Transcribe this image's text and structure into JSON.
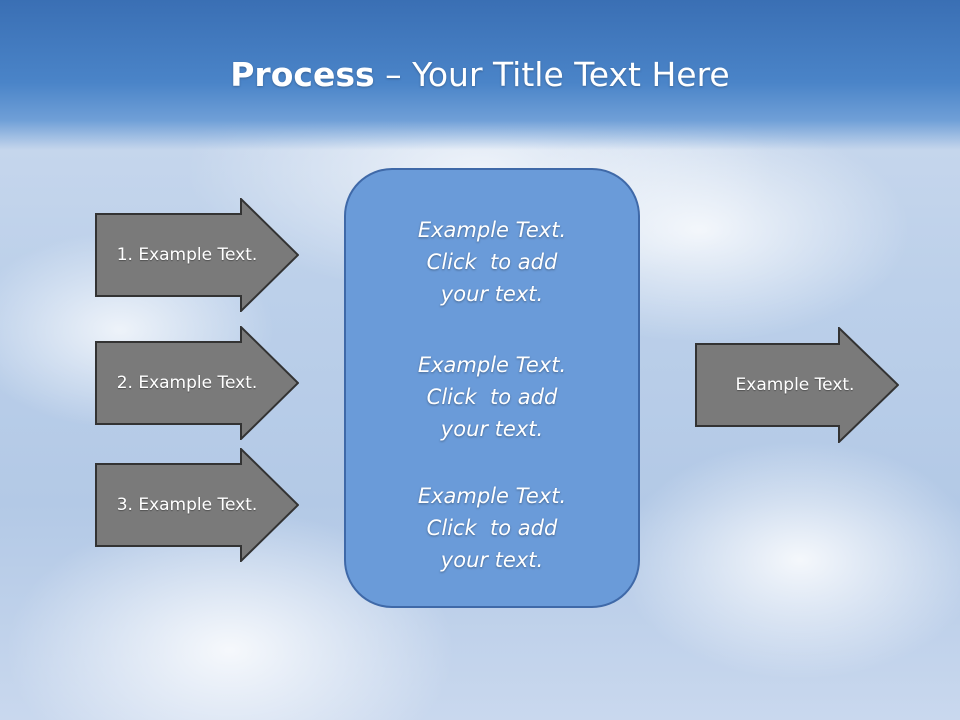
{
  "title": {
    "bold": "Process",
    "rest": " – Your Title Text Here"
  },
  "left_arrows": [
    {
      "label": "1. Example Text."
    },
    {
      "label": "2. Example Text."
    },
    {
      "label": "3. Example Text."
    }
  ],
  "center_box": {
    "paragraphs": [
      {
        "lines": [
          "Example Text.",
          "Click  to add",
          "your text."
        ]
      },
      {
        "lines": [
          "Example Text.",
          "Click  to add",
          "your text."
        ]
      },
      {
        "lines": [
          "Example Text.",
          "Click  to add",
          "your text."
        ]
      }
    ]
  },
  "right_arrow": {
    "label": "Example Text."
  },
  "colors": {
    "arrow_fill": "#7a7a7a",
    "arrow_border": "#333333",
    "box_fill": "#6a9bd9",
    "box_border": "#3f69a8",
    "title_band": "#4a84c8"
  }
}
